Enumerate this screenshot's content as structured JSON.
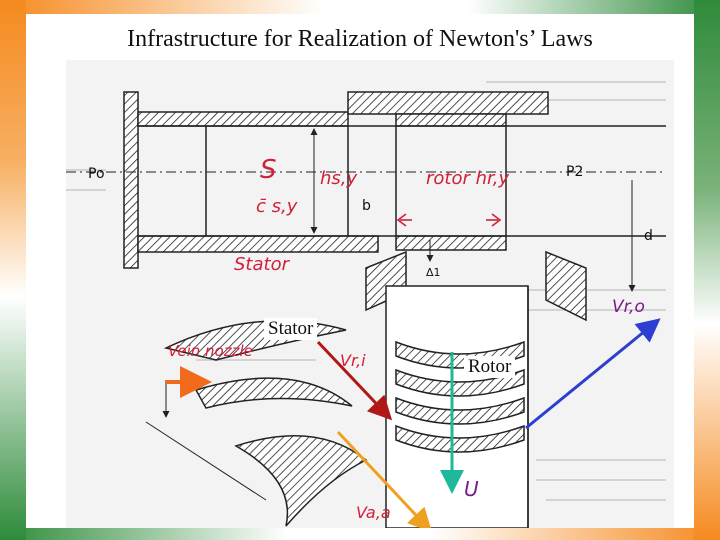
{
  "slide": {
    "title": "Infrastructure for Realization of Newton's’ Laws"
  },
  "diagram": {
    "printed_labels": {
      "p_inlet": "Po",
      "p_outlet": "P2",
      "b": "b",
      "delta": "Δ1",
      "d": "d"
    },
    "typed_labels": {
      "stator": "Stator",
      "rotor": "Rotor"
    },
    "handwritten": {
      "s": "S",
      "c_s": "c̄ s,y",
      "h_s": "hs,y",
      "rotor_h": "rotor hr,y",
      "stator": "Stator",
      "vein_nozzle": "Vein nozzle",
      "v_rel_in": "Vr,i",
      "v_abs": "Va,a",
      "v_rel_out": "Vr,o",
      "u": "U"
    },
    "colors": {
      "orange_arrow": "#f26a1b",
      "red_arrow": "#b01818",
      "teal_arrow": "#1fb89a",
      "blue_arrow": "#2d3fd0",
      "gold_arrow": "#f0a020",
      "ink_red": "#d0203a",
      "ink_purple": "#7a1a8a"
    }
  }
}
